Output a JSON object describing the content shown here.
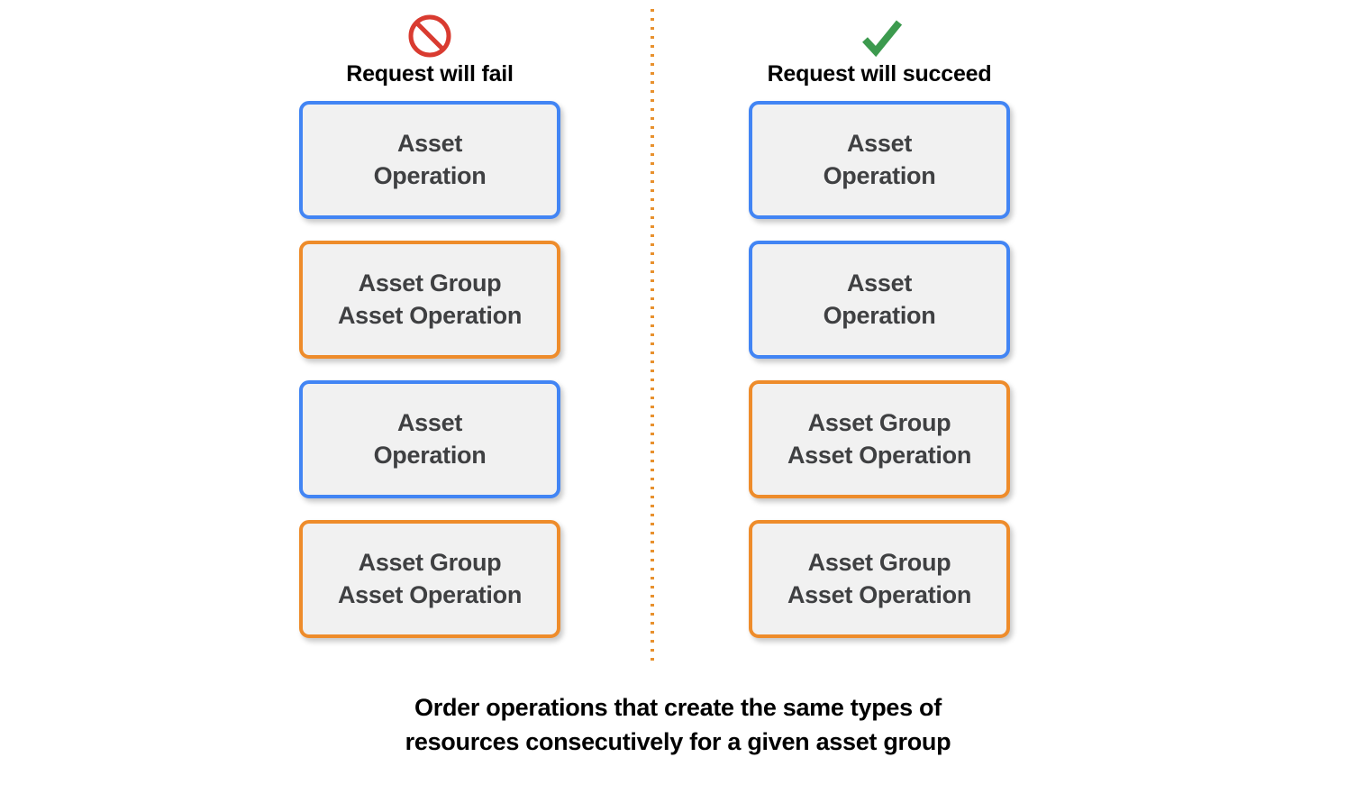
{
  "diagram": {
    "caption": "Order operations that create the same types of\nresources consecutively for a given asset group",
    "divider": {
      "style": "dotted-vertical",
      "color": "#E8912E"
    },
    "colors": {
      "asset_border": "#4285F4",
      "asset_group_border": "#EE8C2B",
      "card_fill": "#F1F1F1",
      "card_text": "#3F4042",
      "fail_icon": "#D93B30",
      "succeed_icon": "#3C9A4E",
      "background": "#FFFFFF"
    },
    "columns": [
      {
        "id": "fail",
        "header_label": "Request will fail",
        "header_icon": "prohibition-icon",
        "cards": [
          {
            "type": "asset",
            "label": "Asset\nOperation"
          },
          {
            "type": "asset-group",
            "label": "Asset Group\nAsset Operation"
          },
          {
            "type": "asset",
            "label": "Asset\nOperation"
          },
          {
            "type": "asset-group",
            "label": "Asset Group\nAsset Operation"
          }
        ]
      },
      {
        "id": "succeed",
        "header_label": "Request will succeed",
        "header_icon": "checkmark-icon",
        "cards": [
          {
            "type": "asset",
            "label": "Asset\nOperation"
          },
          {
            "type": "asset",
            "label": "Asset\nOperation"
          },
          {
            "type": "asset-group",
            "label": "Asset Group\nAsset Operation"
          },
          {
            "type": "asset-group",
            "label": "Asset Group\nAsset Operation"
          }
        ]
      }
    ]
  }
}
